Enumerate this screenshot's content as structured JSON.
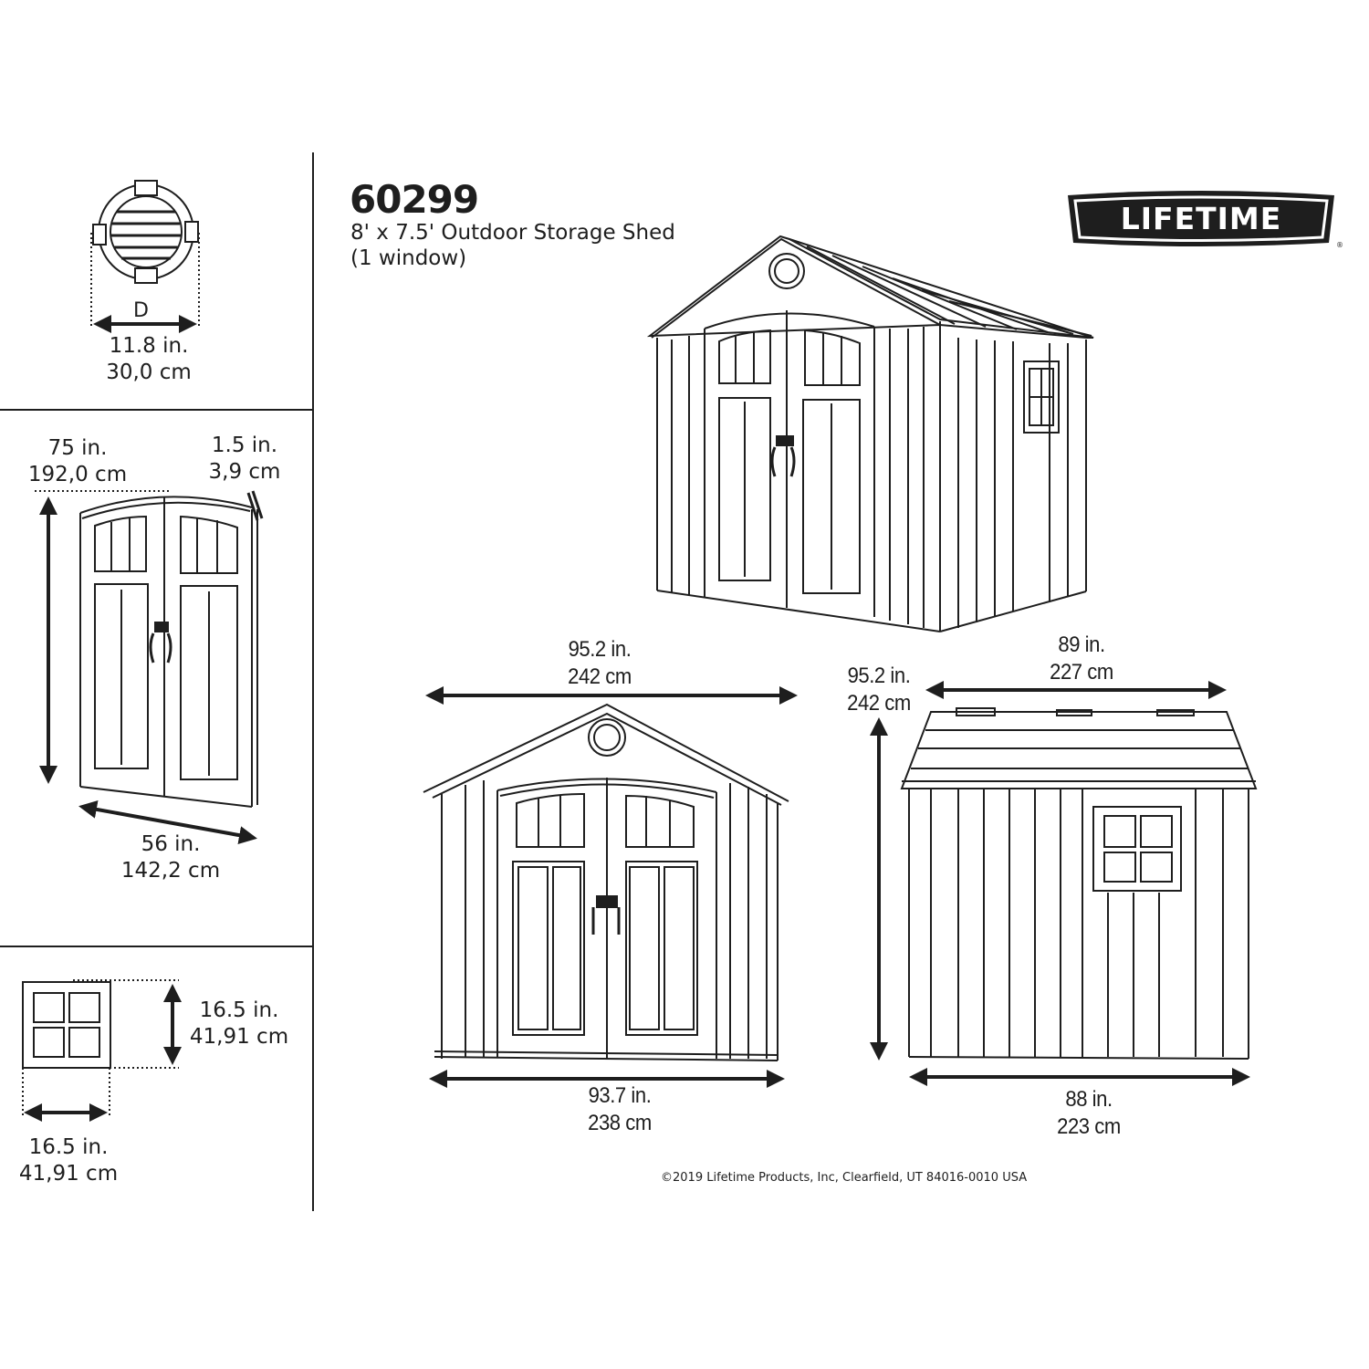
{
  "header": {
    "model_number": "60299",
    "description_line1": "8' x 7.5' Outdoor Storage Shed",
    "description_line2": "(1 window)"
  },
  "logo": {
    "brand": "LIFETIME",
    "registered_mark": "®"
  },
  "left_panels": {
    "vent": {
      "label": "D",
      "dim_in": "11.8 in.",
      "dim_cm": "30,0 cm"
    },
    "door": {
      "height_in": "75 in.",
      "height_cm": "192,0 cm",
      "thickness_in": "1.5 in.",
      "thickness_cm": "3,9 cm",
      "width_in": "56 in.",
      "width_cm": "142,2 cm"
    },
    "window": {
      "height_in": "16.5 in.",
      "height_cm": "41,91 cm",
      "width_in": "16.5 in.",
      "width_cm": "41,91 cm"
    }
  },
  "front_view": {
    "roof_width_in": "95.2 in.",
    "roof_width_cm": "242 cm",
    "base_width_in": "93.7 in.",
    "base_width_cm": "238 cm"
  },
  "side_view": {
    "height_in": "95.2 in.",
    "height_cm": "242 cm",
    "roof_depth_in": "89 in.",
    "roof_depth_cm": "227 cm",
    "base_depth_in": "88 in.",
    "base_depth_cm": "223 cm"
  },
  "footer": {
    "copyright": "©2019 Lifetime Products, Inc, Clearfield, UT 84016-0010 USA"
  },
  "colors": {
    "ink": "#1e1e1e",
    "background": "#ffffff"
  }
}
